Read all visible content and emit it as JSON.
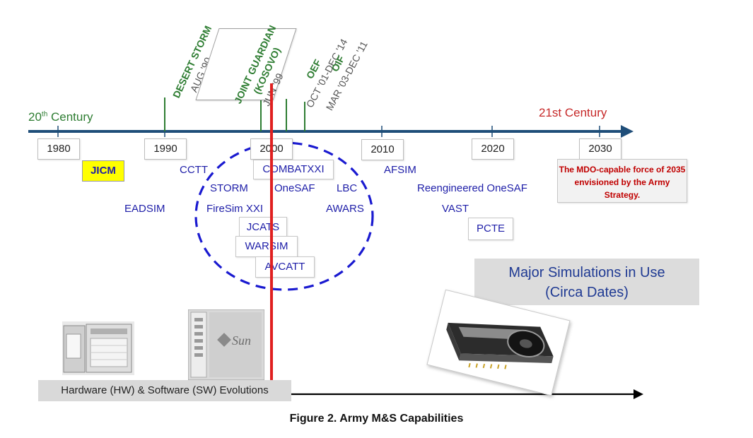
{
  "centuries": {
    "left_base": "20",
    "left_sup": "th",
    "left_rest": " Century",
    "right": "21st Century"
  },
  "years": [
    "1980",
    "1990",
    "2000",
    "2010",
    "2020",
    "2030"
  ],
  "events": {
    "desert_storm": {
      "name": "DESERT STORM",
      "date": "AUG '90"
    },
    "joint_guardian": {
      "line1": "JOINT GUARDIAN",
      "line2": "(KOSOVO)",
      "date": "JUN '99"
    },
    "oef": {
      "name": "OEF",
      "date": "OCT '01-DEC '14"
    },
    "oif": {
      "name": "OIF",
      "date": "MAR '03-DEC '11"
    }
  },
  "simulations": {
    "jicm": "JICM",
    "cctt": "CCTT",
    "storm": "STORM",
    "eadsim": "EADSIM",
    "firesim": "FireSim XXI",
    "combatxxi": "COMBATXXI",
    "onesaf": "OneSAF",
    "lbc": "LBC",
    "awars": "AWARS",
    "jcats": "JCATS",
    "warsim": "WARSIM",
    "avcatt": "AVCATT",
    "afsim": "AFSIM",
    "reengineered": "Reengineered OneSAF",
    "vast": "VAST",
    "pcte": "PCTE"
  },
  "mdo_note": "The MDO-capable force of 2035 envisioned by the Army Strategy.",
  "legend_box": {
    "line1": "Major Simulations in Use",
    "line2": "(Circa Dates)"
  },
  "hardware_label": "Hardware (HW) & Software (SW) Evolutions",
  "sun_logo": "Sun",
  "caption": "Figure 2. Army M&S Capabilities",
  "colors": {
    "timeline_blue": "#1f4e79",
    "red_line": "#e02020",
    "sim_blue": "#1e1ea8",
    "event_green": "#2e7d32",
    "jicm_yellow": "#ffff00"
  },
  "icons": [
    "mainframe-computer-icon",
    "sun-workstation-icon",
    "gpu-card-icon"
  ]
}
